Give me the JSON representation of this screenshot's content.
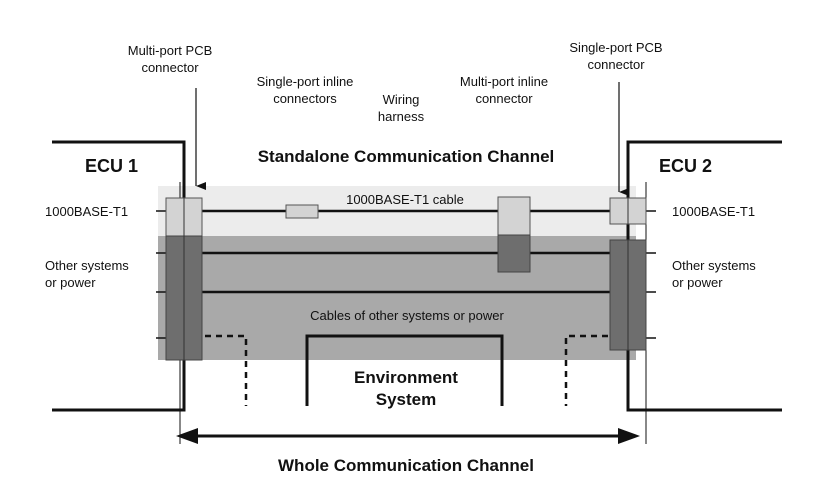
{
  "labels": {
    "multi_pcb_1": "Multi-port PCB",
    "multi_pcb_2": "connector",
    "single_inline_1": "Single-port inline",
    "single_inline_2": "connectors",
    "wiring_1": "Wiring",
    "wiring_2": "harness",
    "multi_inline_1": "Multi-port inline",
    "multi_inline_2": "connector",
    "single_pcb_1": "Single-port PCB",
    "single_pcb_2": "connector",
    "ecu1": "ECU 1",
    "ecu2": "ECU 2",
    "standalone": "Standalone Communication Channel",
    "cable": "1000BASE-T1 cable",
    "port_left": "1000BASE-T1",
    "port_right": "1000BASE-T1",
    "other_left_1": "Other systems",
    "other_left_2": "or power",
    "other_right_1": "Other systems",
    "other_right_2": "or power",
    "cables_other": "Cables of other systems or power",
    "env_1": "Environment",
    "env_2": "System",
    "whole": "Whole Communication Channel"
  },
  "colors": {
    "line": "#111111",
    "light_band": "#ececec",
    "dark_band": "#a9a9a9",
    "connector_light": "#d3d3d3",
    "connector_dark": "#6e6e6e"
  }
}
